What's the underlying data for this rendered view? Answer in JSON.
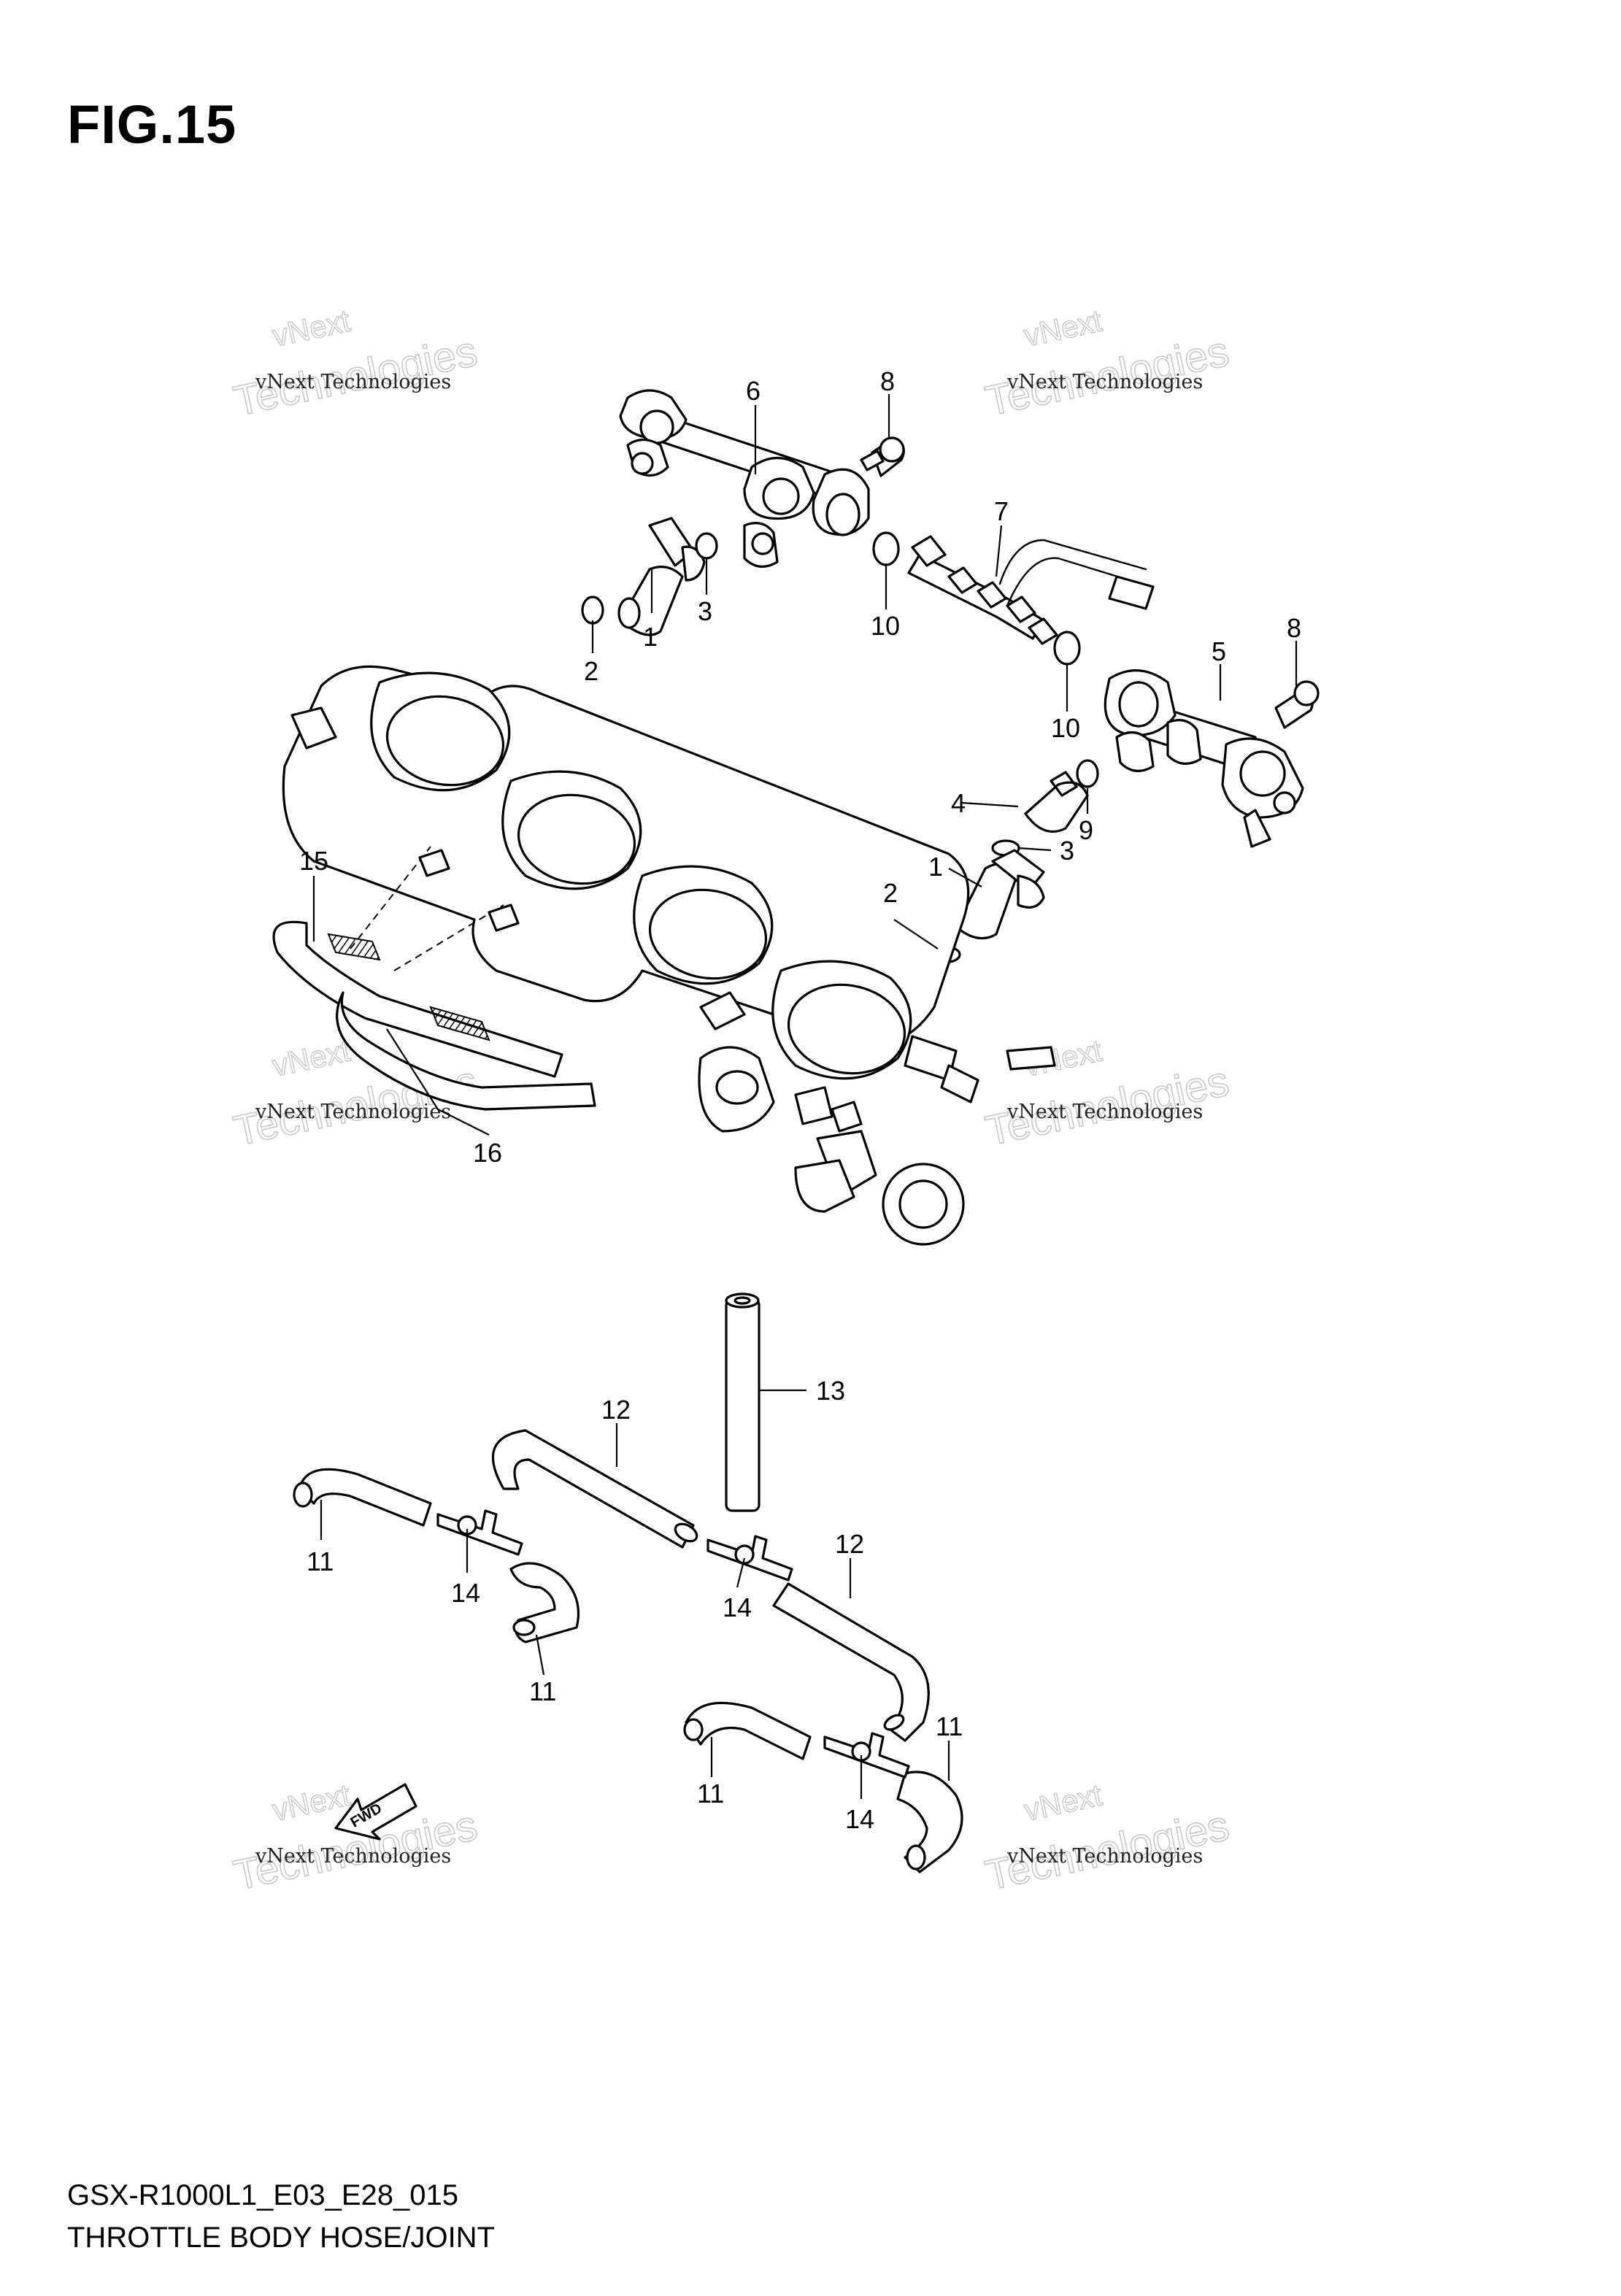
{
  "figure": {
    "title": "FIG.15",
    "model_code": "GSX-R1000L1_E03_E28_015",
    "description": "THROTTLE BODY HOSE/JOINT",
    "fwd_label": "FWD"
  },
  "watermark": {
    "small_text": "vNext Technologies",
    "large_text": "Technologies",
    "top_text": "vNext"
  },
  "callouts": {
    "c6": "6",
    "c8a": "8",
    "c7": "7",
    "c1a": "1",
    "c2a": "2",
    "c3a": "3",
    "c10a": "10",
    "c10b": "10",
    "c8b": "8",
    "c5": "5",
    "c4": "4",
    "c9": "9",
    "c3b": "3",
    "c1b": "1",
    "c2b": "2",
    "c15": "15",
    "c16": "16",
    "c13": "13",
    "c12a": "12",
    "c12b": "12",
    "c11a": "11",
    "c11b": "11",
    "c11c": "11",
    "c11d": "11",
    "c14a": "14",
    "c14b": "14",
    "c14c": "14"
  }
}
